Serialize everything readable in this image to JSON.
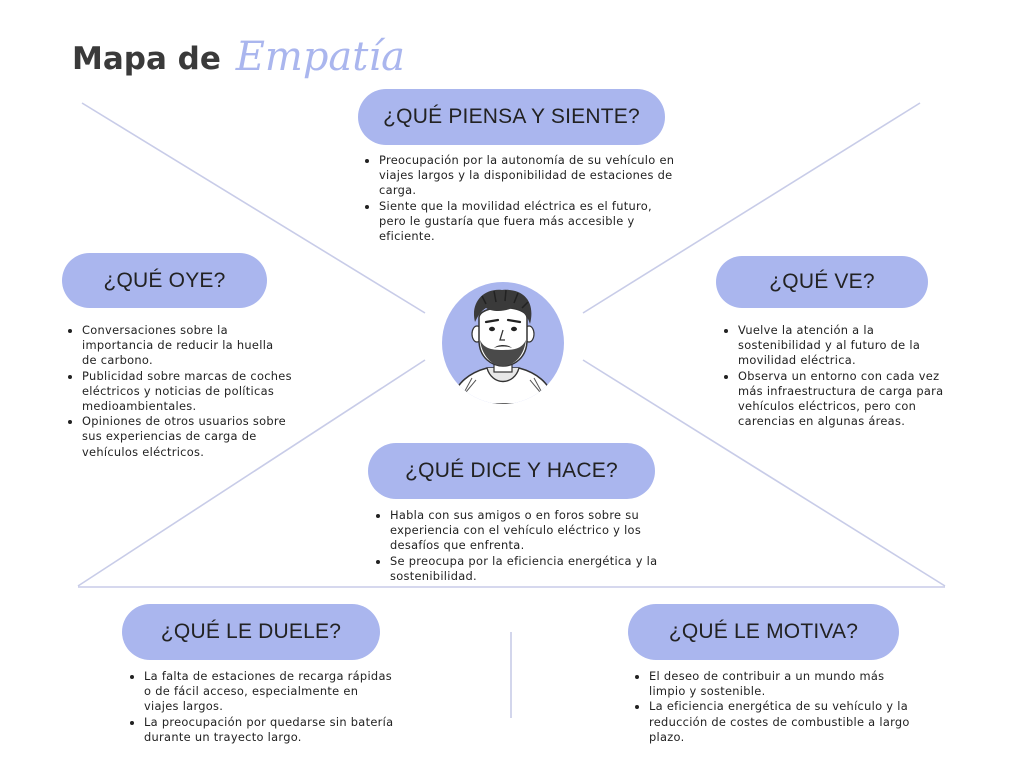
{
  "title": {
    "main": "Mapa de",
    "script": "Empatía"
  },
  "sections": {
    "piensa": {
      "label": "¿QUÉ PIENSA Y SIENTE?",
      "items": [
        "Preocupación por la autonomía de su vehículo en viajes largos y la disponibilidad de estaciones de carga.",
        "Siente que la movilidad eléctrica es el futuro, pero le gustaría que fuera más accesible y eficiente."
      ]
    },
    "oye": {
      "label": "¿QUÉ OYE?",
      "items": [
        "Conversaciones sobre la importancia de reducir la huella de carbono.",
        "Publicidad sobre marcas de coches eléctricos y noticias de políticas medioambientales.",
        "Opiniones de otros usuarios sobre sus experiencias de carga de vehículos eléctricos."
      ]
    },
    "ve": {
      "label": "¿QUÉ VE?",
      "items": [
        "Vuelve la atención a la sostenibilidad y al futuro de la movilidad eléctrica.",
        "Observa un entorno con cada vez más infraestructura de carga para vehículos eléctricos, pero con carencias en algunas áreas."
      ]
    },
    "dice": {
      "label": "¿QUÉ DICE Y HACE?",
      "items": [
        "Habla con sus amigos o en foros sobre su experiencia con el vehículo eléctrico y los desafíos que enfrenta.",
        "Se preocupa por la eficiencia energética y la sostenibilidad."
      ]
    },
    "duele": {
      "label": "¿QUÉ LE DUELE?",
      "items": [
        "La falta de estaciones de recarga rápidas o de fácil acceso, especialmente en viajes largos.",
        "La preocupación por quedarse sin batería durante un trayecto largo."
      ]
    },
    "motiva": {
      "label": "¿QUÉ LE MOTIVA?",
      "items": [
        "El deseo de contribuir a un mundo más limpio y sostenible.",
        "La eficiencia energética de su vehículo y la reducción de costes de combustible a largo plazo."
      ]
    }
  },
  "colors": {
    "accent": "#aab6ee",
    "line": "#c8cce8",
    "title": "#3a3a3a"
  },
  "icons": {
    "center": "person-avatar"
  }
}
